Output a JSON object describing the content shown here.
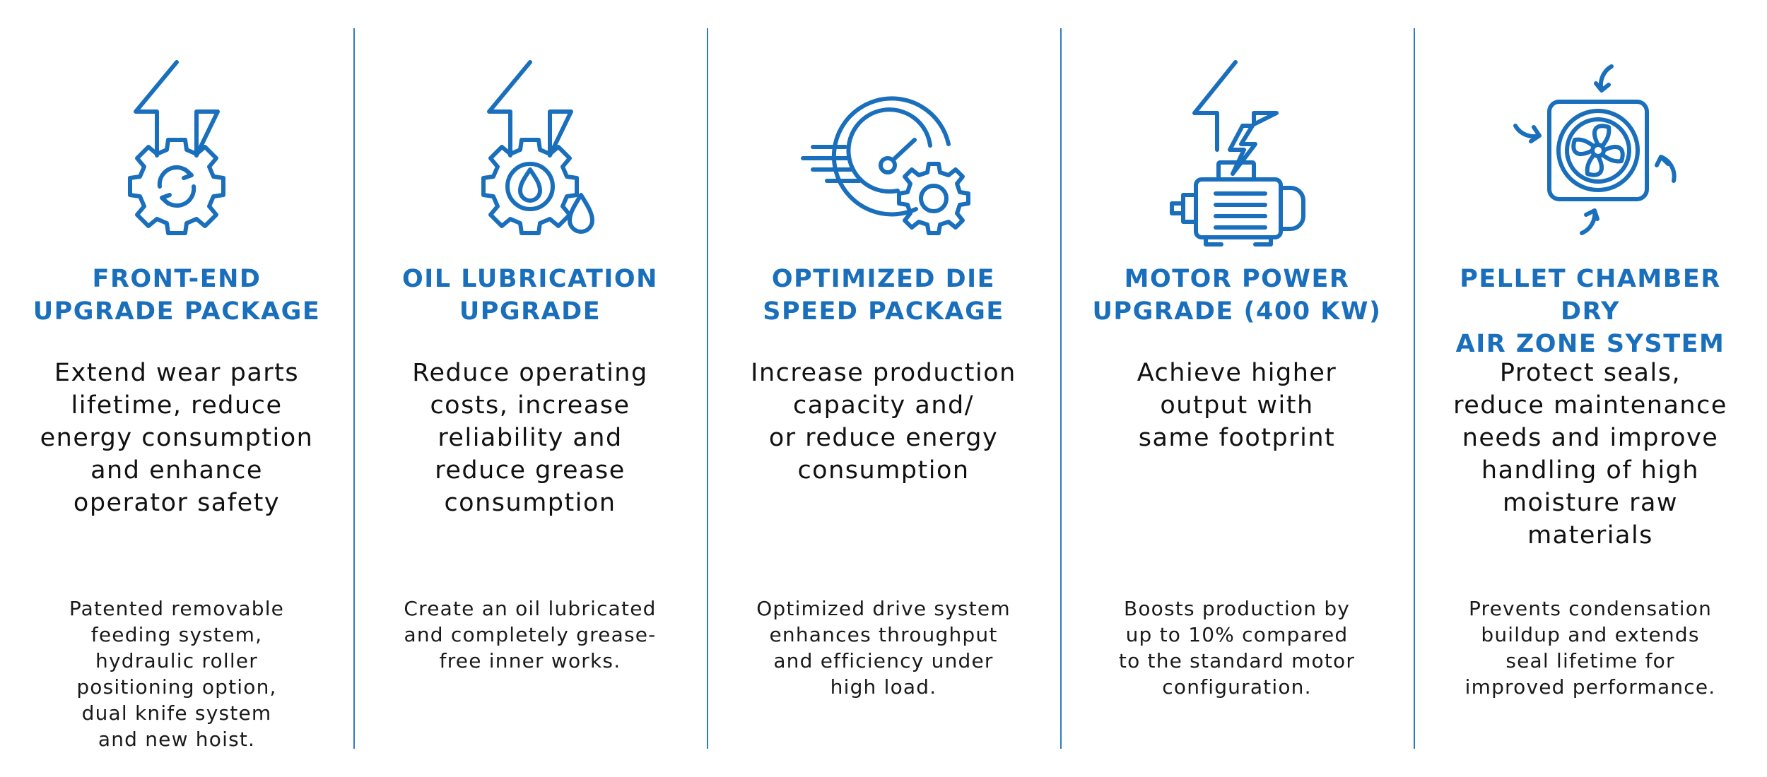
{
  "accent_color": "#1a6fbd",
  "divider_color": "#2f7bc2",
  "features": [
    {
      "icon": "gear-up-arrow-icon",
      "title": "FRONT-END\nUPGRADE PACKAGE",
      "tagline": "Extend wear parts\nlifetime, reduce\nenergy consumption\nand enhance\noperator safety",
      "description": "Patented removable\nfeeding system,\nhydraulic roller\npositioning option,\ndual knife system\nand new hoist."
    },
    {
      "icon": "gear-oil-drop-up-arrow-icon",
      "title": "OIL LUBRICATION\nUPGRADE",
      "tagline": "Reduce operating\ncosts, increase\nreliability and\nreduce grease\nconsumption",
      "description": "Create an oil lubricated\nand completely grease-\nfree inner works."
    },
    {
      "icon": "speed-gauge-gear-icon",
      "title": "OPTIMIZED DIE\nSPEED PACKAGE",
      "tagline": "Increase production\ncapacity and/\nor reduce energy\nconsumption",
      "description": "Optimized drive system\nenhances throughput\nand efficiency under\nhigh load."
    },
    {
      "icon": "motor-lightning-up-arrow-icon",
      "title": "MOTOR POWER\nUPGRADE (400 KW)",
      "tagline": "Achieve higher\noutput with\nsame footprint",
      "description": "Boosts production by\nup to 10% compared\nto the standard motor\nconfiguration."
    },
    {
      "icon": "fan-airflow-icon",
      "title": "PELLET CHAMBER DRY\nAIR ZONE SYSTEM",
      "tagline": "Protect seals,\nreduce maintenance\nneeds and improve\nhandling of high\nmoisture raw\nmaterials",
      "description": "Prevents condensation\nbuildup and extends\nseal lifetime for\nimproved performance."
    }
  ]
}
